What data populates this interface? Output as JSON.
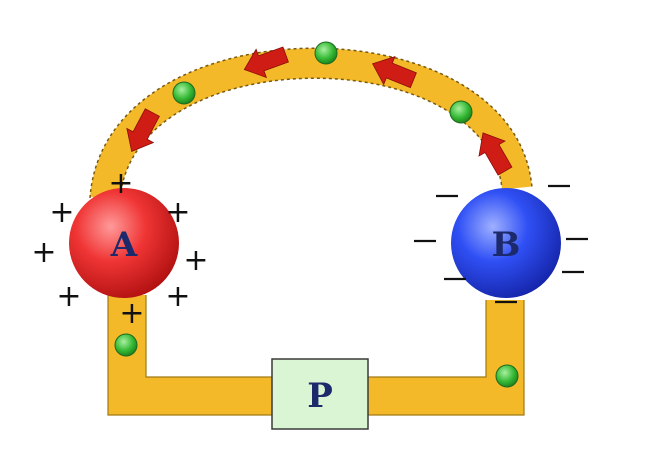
{
  "sphere_a": {
    "label": "A",
    "color": "#ee2a2a"
  },
  "sphere_b": {
    "label": "B",
    "color": "#2f4cf2"
  },
  "box_p": {
    "label": "P",
    "color": "#d9f5d4"
  },
  "conductor_color": "#f3b928",
  "electron_color": "#33b833",
  "flow_arrow_color": "#cf1c14",
  "plus_sign": "+",
  "minus_sign": "—"
}
